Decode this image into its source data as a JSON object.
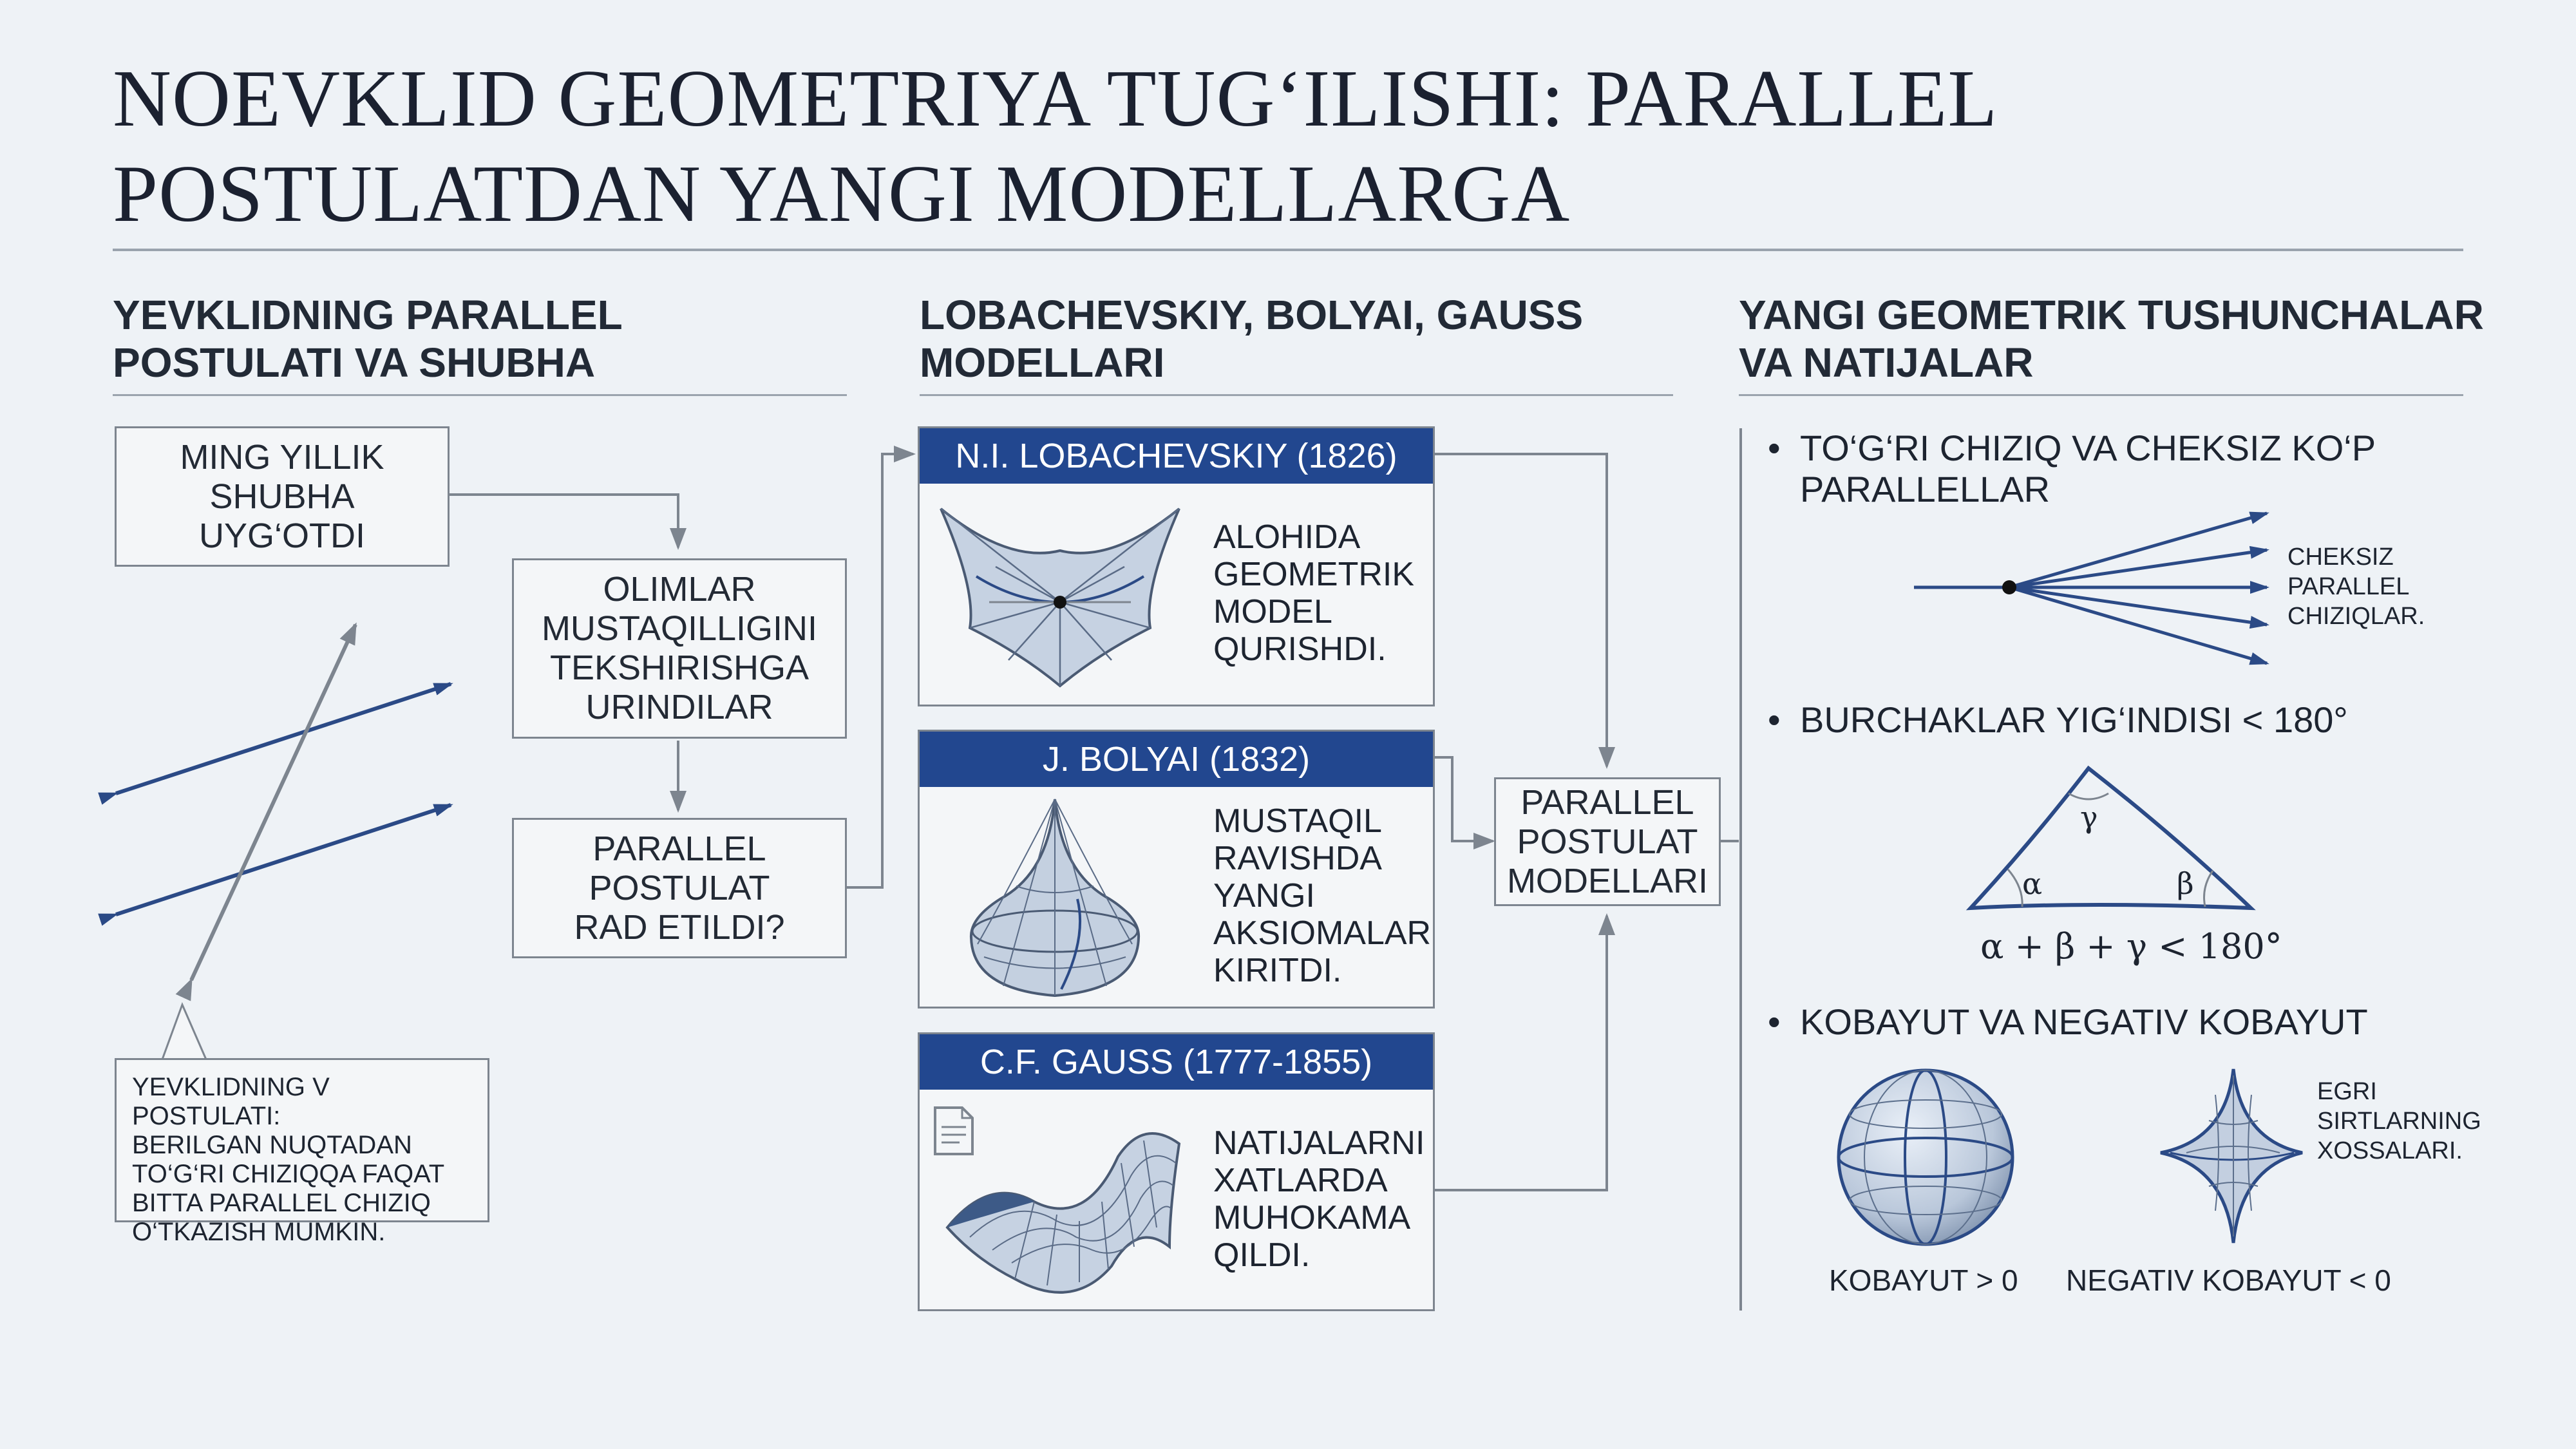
{
  "title": {
    "line1": "NOEVKLID GEOMETRIYA TUG‘ILISHI: PARALLEL",
    "line2": "POSTULATDAN YANGI MODELLARGA"
  },
  "section1": {
    "heading_line1": "YEVKLIDNING PARALLEL",
    "heading_line2": "POSTULATI VA SHUBHA",
    "box_doubt": [
      "MING YILLIK",
      "SHUBHA",
      "UYG‘OTDI"
    ],
    "box_scientists": [
      "OLIMLAR",
      "MUSTAQILLIGINI",
      "TEKSHIRISHGA",
      "URINDILAR"
    ],
    "box_rejected": [
      "PARALLEL",
      "POSTULAT",
      "RAD ETILDI?"
    ],
    "callout": [
      "YEVKLIDNING V POSTULATI:",
      "BERILGAN NUQTADAN",
      "TO‘G‘RI CHIZIQQA FAQAT",
      "BITTA PARALLEL CHIZIQ",
      "O‘TKAZISH MUMKIN."
    ]
  },
  "section2": {
    "heading_line1": "LOBACHEVSKIY, BOLYAI, GAUSS",
    "heading_line2": "MODELLARI",
    "cards": [
      {
        "header": "N.I. LOBACHEVSKIY (1826)",
        "text": [
          "ALOHIDA",
          "GEOMETRIK",
          "MODEL",
          "QURISHDI."
        ],
        "icon": "saddle-surface-icon"
      },
      {
        "header": "J. BOLYAI (1832)",
        "text": [
          "MUSTAQIL",
          "RAVISHDA",
          "YANGI",
          "AKSIOMALAR",
          "KIRITDI."
        ],
        "icon": "pseudosphere-icon"
      },
      {
        "header": "C.F. GAUSS (1777-1855)",
        "text": [
          "NATIJALARNI",
          "XATLARDA",
          "MUHOKAMA",
          "QILDI."
        ],
        "icon": "curved-surface-icon"
      }
    ],
    "result_box": [
      "PARALLEL",
      "POSTULAT",
      "MODELLARI"
    ]
  },
  "section3": {
    "heading_line1": "YANGI GEOMETRIK TUSHUNCHALAR",
    "heading_line2": "VA NATIJALAR",
    "bullet1": [
      "TO‘G‘RI CHIZIQ VA CHEKSIZ KO‘P",
      "PARALLELLAR"
    ],
    "rays_label": [
      "CHEKSIZ",
      "PARALLEL",
      "CHIZIQLAR."
    ],
    "bullet2": "BURCHAKLAR YIG‘INDISI < 180°",
    "angle_alpha": "α",
    "angle_beta": "β",
    "angle_gamma": "γ",
    "angle_formula": "α + β + γ < 180°",
    "bullet3": "KOBAYUT VA NEGATIV KOBAYUT",
    "surface_label": [
      "EGRI",
      "SIRTLARNING",
      "XOSSALARI."
    ],
    "sphere_caption": "KOBAYUT > 0",
    "pseudo_caption": "NEGATIV KOBAYUT < 0"
  },
  "colors": {
    "accent": "#22478f",
    "arrow_navy": "#2b4a86",
    "line_gray": "#7d858f",
    "background": "#eef2f6"
  }
}
